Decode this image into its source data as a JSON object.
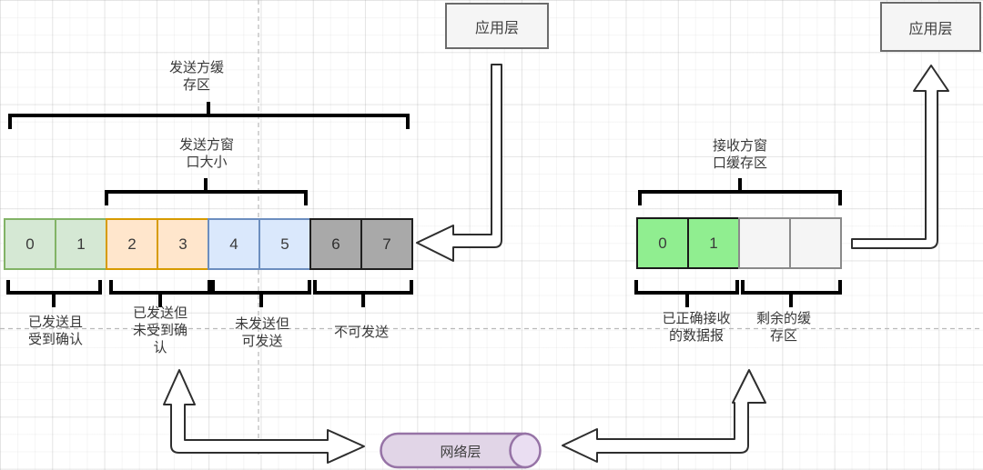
{
  "app_layer_left": {
    "label": "应用层"
  },
  "app_layer_right": {
    "label": "应用层"
  },
  "network_layer": {
    "label": "网络层"
  },
  "sender": {
    "buffer_label": "发送方缓\n存区",
    "window_label": "发送方窗\n口大小",
    "cells": [
      {
        "value": "0",
        "state": "sent-acked"
      },
      {
        "value": "1",
        "state": "sent-acked"
      },
      {
        "value": "2",
        "state": "sent-unacked"
      },
      {
        "value": "3",
        "state": "sent-unacked"
      },
      {
        "value": "4",
        "state": "ready-to-send"
      },
      {
        "value": "5",
        "state": "ready-to-send"
      },
      {
        "value": "6",
        "state": "not-sendable"
      },
      {
        "value": "7",
        "state": "not-sendable"
      }
    ],
    "segments": [
      {
        "label": "已发送且\n受到确认"
      },
      {
        "label": "已发送但\n未受到确\n认"
      },
      {
        "label": "未发送但\n可发送"
      },
      {
        "label": "不可发送"
      }
    ]
  },
  "receiver": {
    "buffer_label": "接收方窗\n口缓存区",
    "cells": [
      {
        "value": "0",
        "state": "received"
      },
      {
        "value": "1",
        "state": "received"
      },
      {
        "value": "",
        "state": "empty"
      },
      {
        "value": "",
        "state": "empty"
      }
    ],
    "segments": [
      {
        "label": "已正确接收\n的数据报"
      },
      {
        "label": "剩余的缓\n存区"
      }
    ]
  },
  "colors": {
    "sent_acked_fill": "#d5e8d4",
    "sent_acked_border": "#82b366",
    "sent_unacked_fill": "#ffe6cc",
    "sent_unacked_border": "#d79b00",
    "ready_fill": "#dae8fc",
    "ready_border": "#6c8ebf",
    "not_sendable_fill": "#a9a9a9",
    "not_sendable_border": "#1f1f1f",
    "received_fill": "#90ee90",
    "empty_fill": "#f5f5f5",
    "cylinder_fill": "#e1d5e7",
    "cylinder_border": "#9673a6"
  }
}
